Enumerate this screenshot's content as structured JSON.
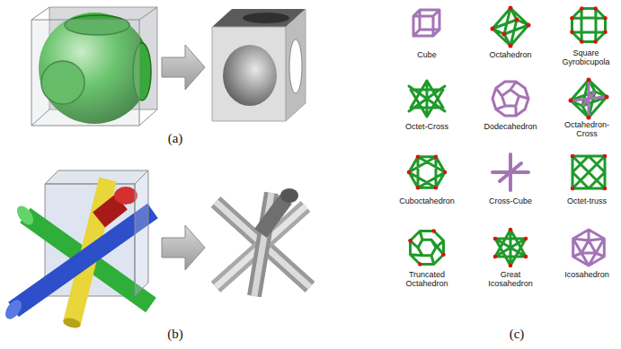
{
  "diagram": {
    "labels": [
      "(a)",
      "(b)",
      "Cube",
      "Octahedron",
      "Square Gyrobicupola",
      "Octet-Cross",
      "Dodecahedron",
      "Octahedron-Cross",
      "Cuboctahedron",
      "Cross-Cube",
      "Octet-truss",
      "Truncated Octahedron",
      "Great Icosahedron",
      "Icosahedron",
      "(c)"
    ]
  }
}
